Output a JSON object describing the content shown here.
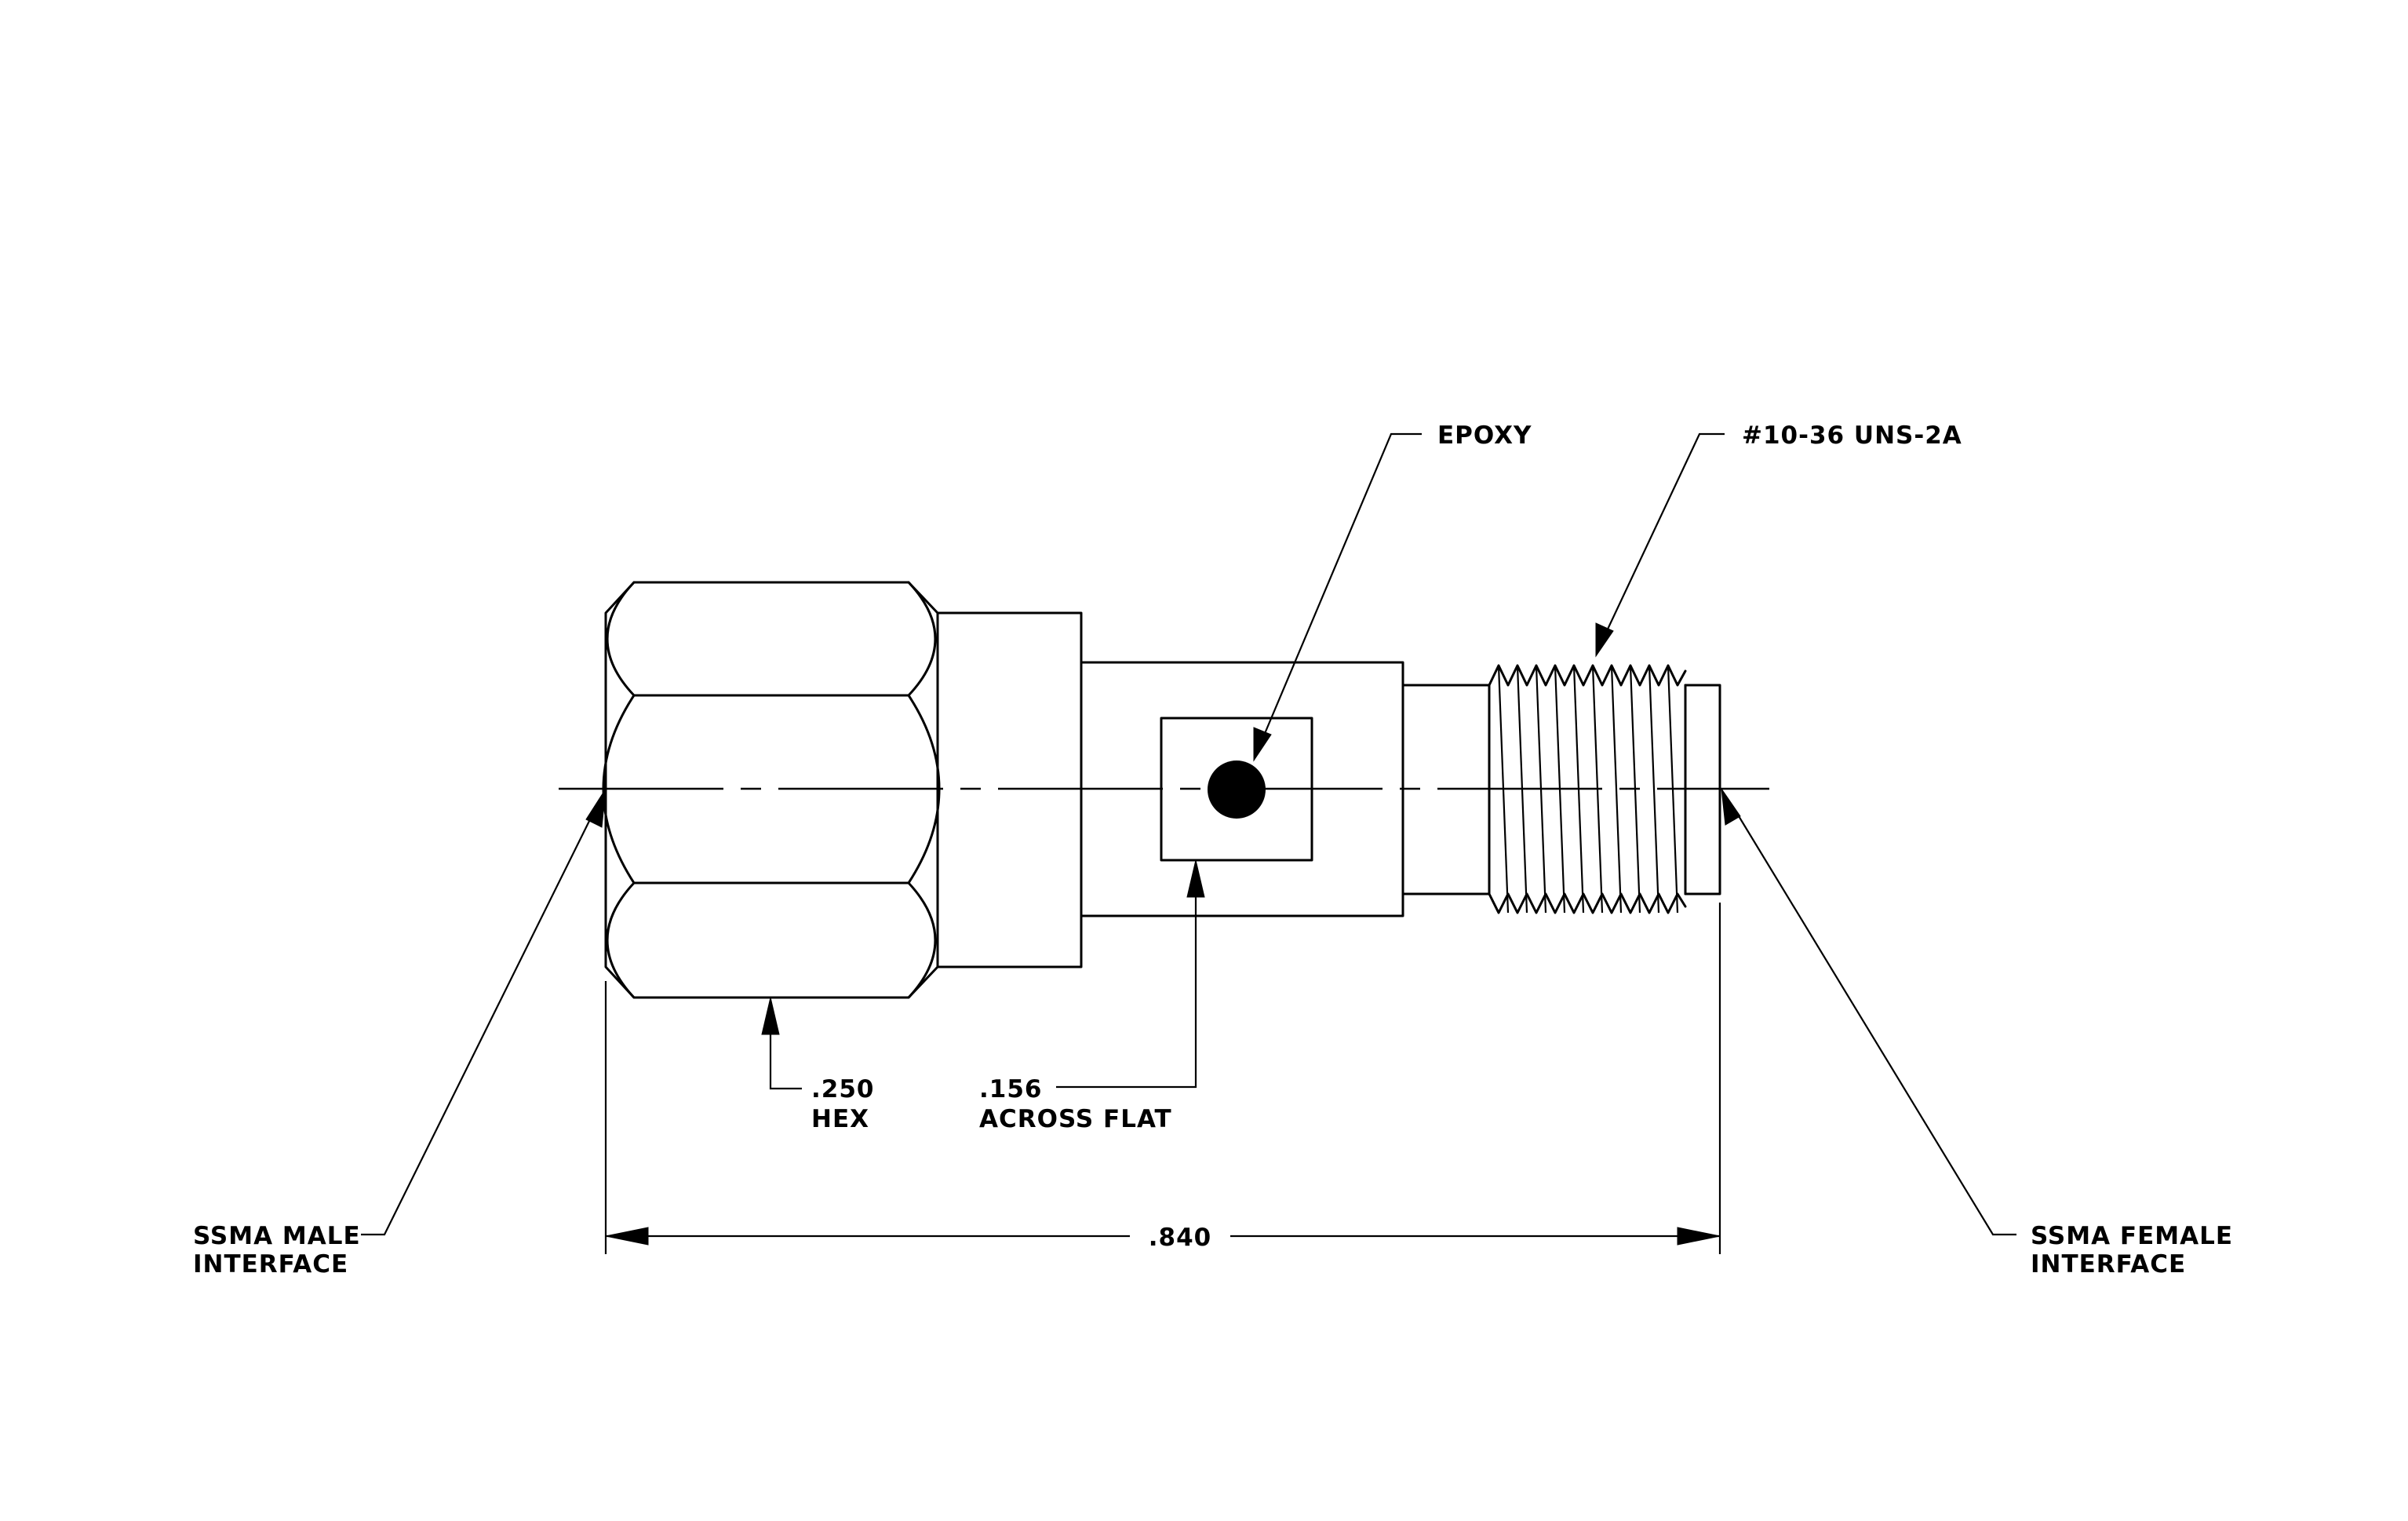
{
  "labels": {
    "epoxy": "EPOXY",
    "thread": "#10-36 UNS-2A",
    "hex_line1": ".250",
    "hex_line2": "HEX",
    "flat_line1": ".156",
    "flat_line2": "ACROSS FLAT",
    "overall_length": ".840",
    "male_line1": "SSMA MALE",
    "male_line2": "INTERFACE",
    "female_line1": "SSMA FEMALE",
    "female_line2": "INTERFACE"
  }
}
